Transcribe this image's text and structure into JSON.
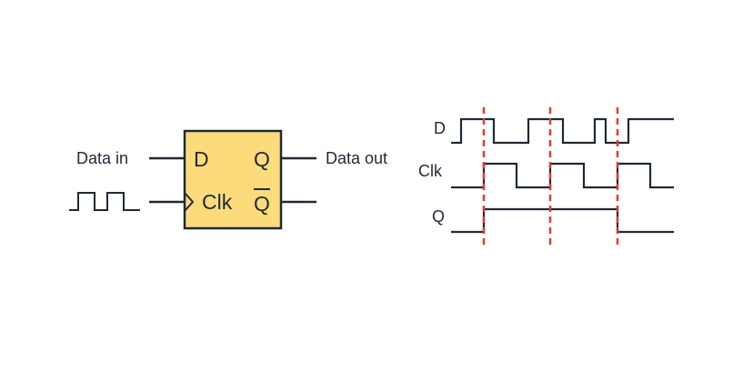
{
  "diagram": {
    "block": {
      "d_label": "D",
      "q_label": "Q",
      "clk_label": "Clk",
      "qbar_label": "Q"
    },
    "inputs": {
      "data_in_label": "Data in"
    },
    "outputs": {
      "data_out_label": "Data out"
    },
    "timing": {
      "signals": [
        {
          "label": "D"
        },
        {
          "label": "Clk"
        },
        {
          "label": "Q"
        }
      ]
    },
    "colors": {
      "block_fill": "#FCDC7A",
      "stroke": "#1F2937",
      "edge_marker": "#E53B2C"
    }
  }
}
